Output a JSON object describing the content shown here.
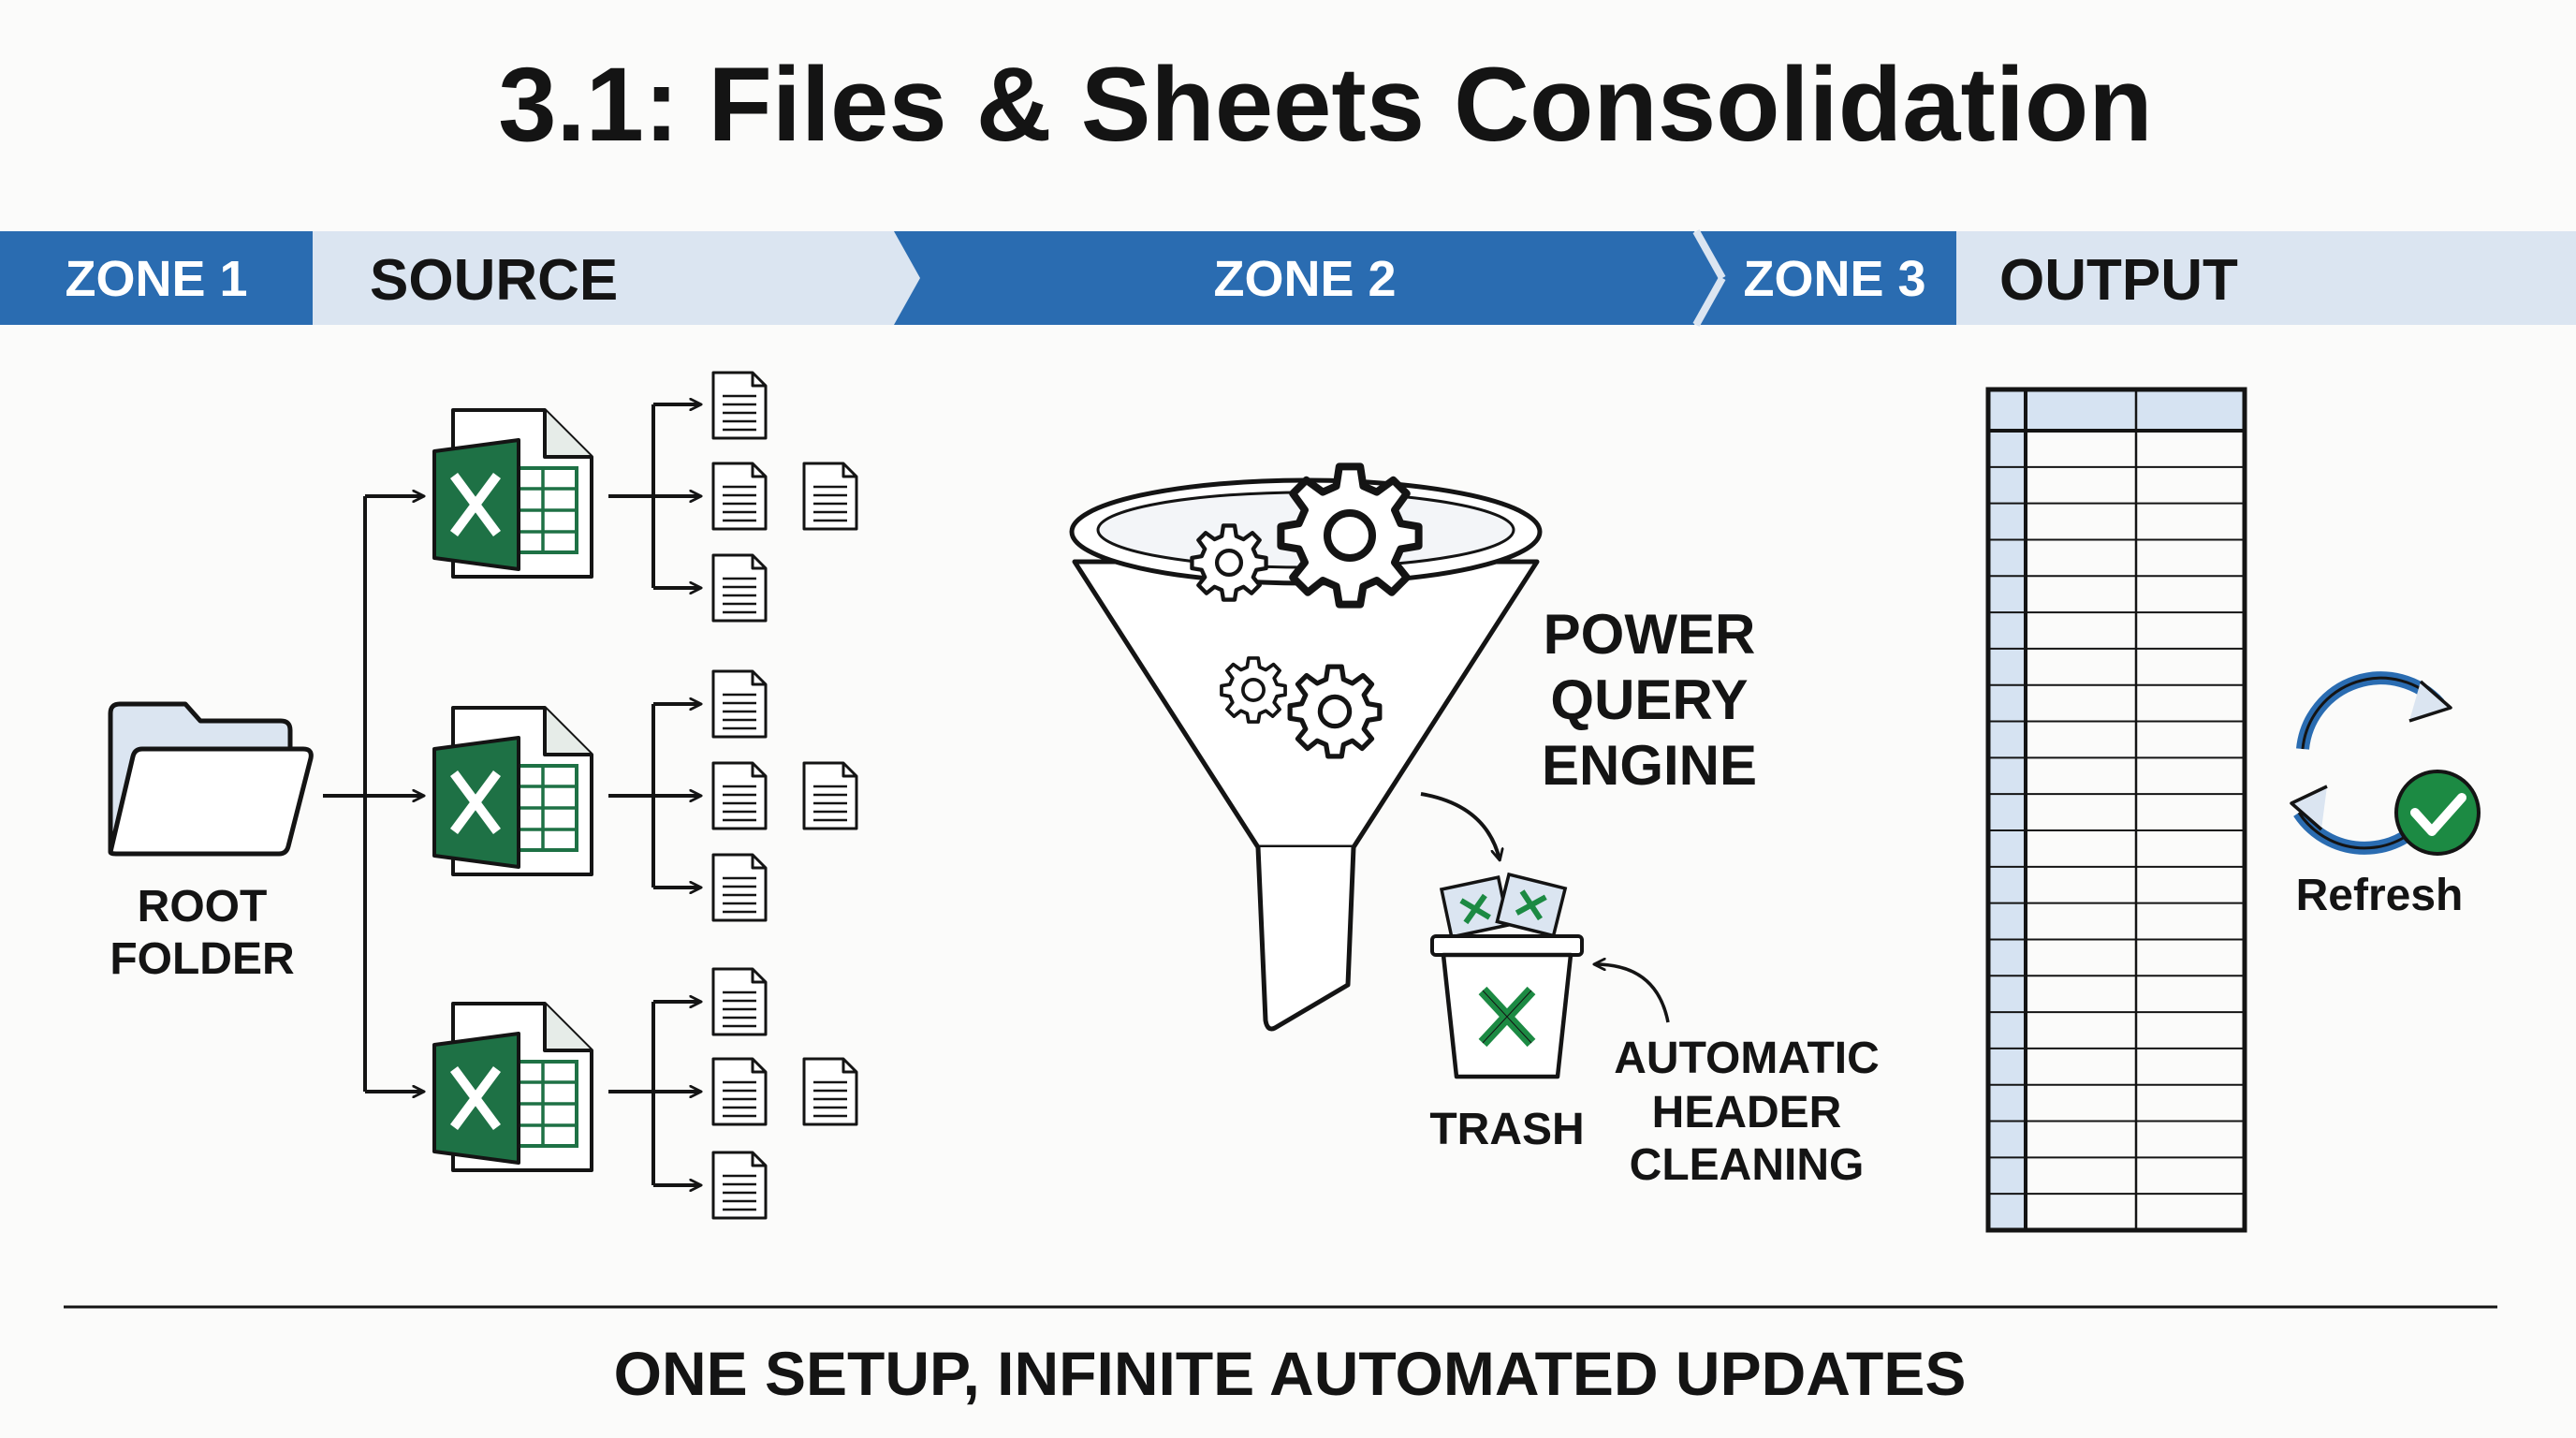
{
  "title": "3.1: Files & Sheets Consolidation",
  "zones": {
    "zone1_label": "ZONE 1",
    "source_label": "SOURCE",
    "zone2_label": "ZONE 2",
    "zone3_label": "ZONE 3",
    "output_label": "OUTPUT"
  },
  "source": {
    "root_folder_line1": "ROOT",
    "root_folder_line2": "FOLDER",
    "workbook_count": 3,
    "sheets_per_workbook": 3
  },
  "engine": {
    "line1": "POWER",
    "line2": "QUERY",
    "line3": "ENGINE",
    "trash_label": "TRASH",
    "cleaning_line1": "AUTOMATIC",
    "cleaning_line2": "HEADER",
    "cleaning_line3": "CLEANING"
  },
  "output": {
    "refresh_label": "Refresh"
  },
  "footer": "ONE SETUP, INFINITE AUTOMATED UPDATES",
  "colors": {
    "band_dark": "#2a6cb1",
    "band_light": "#dbe5f1",
    "excel_green": "#1e7145",
    "check_green": "#1c8a43",
    "table_header": "#d6e3f2"
  }
}
